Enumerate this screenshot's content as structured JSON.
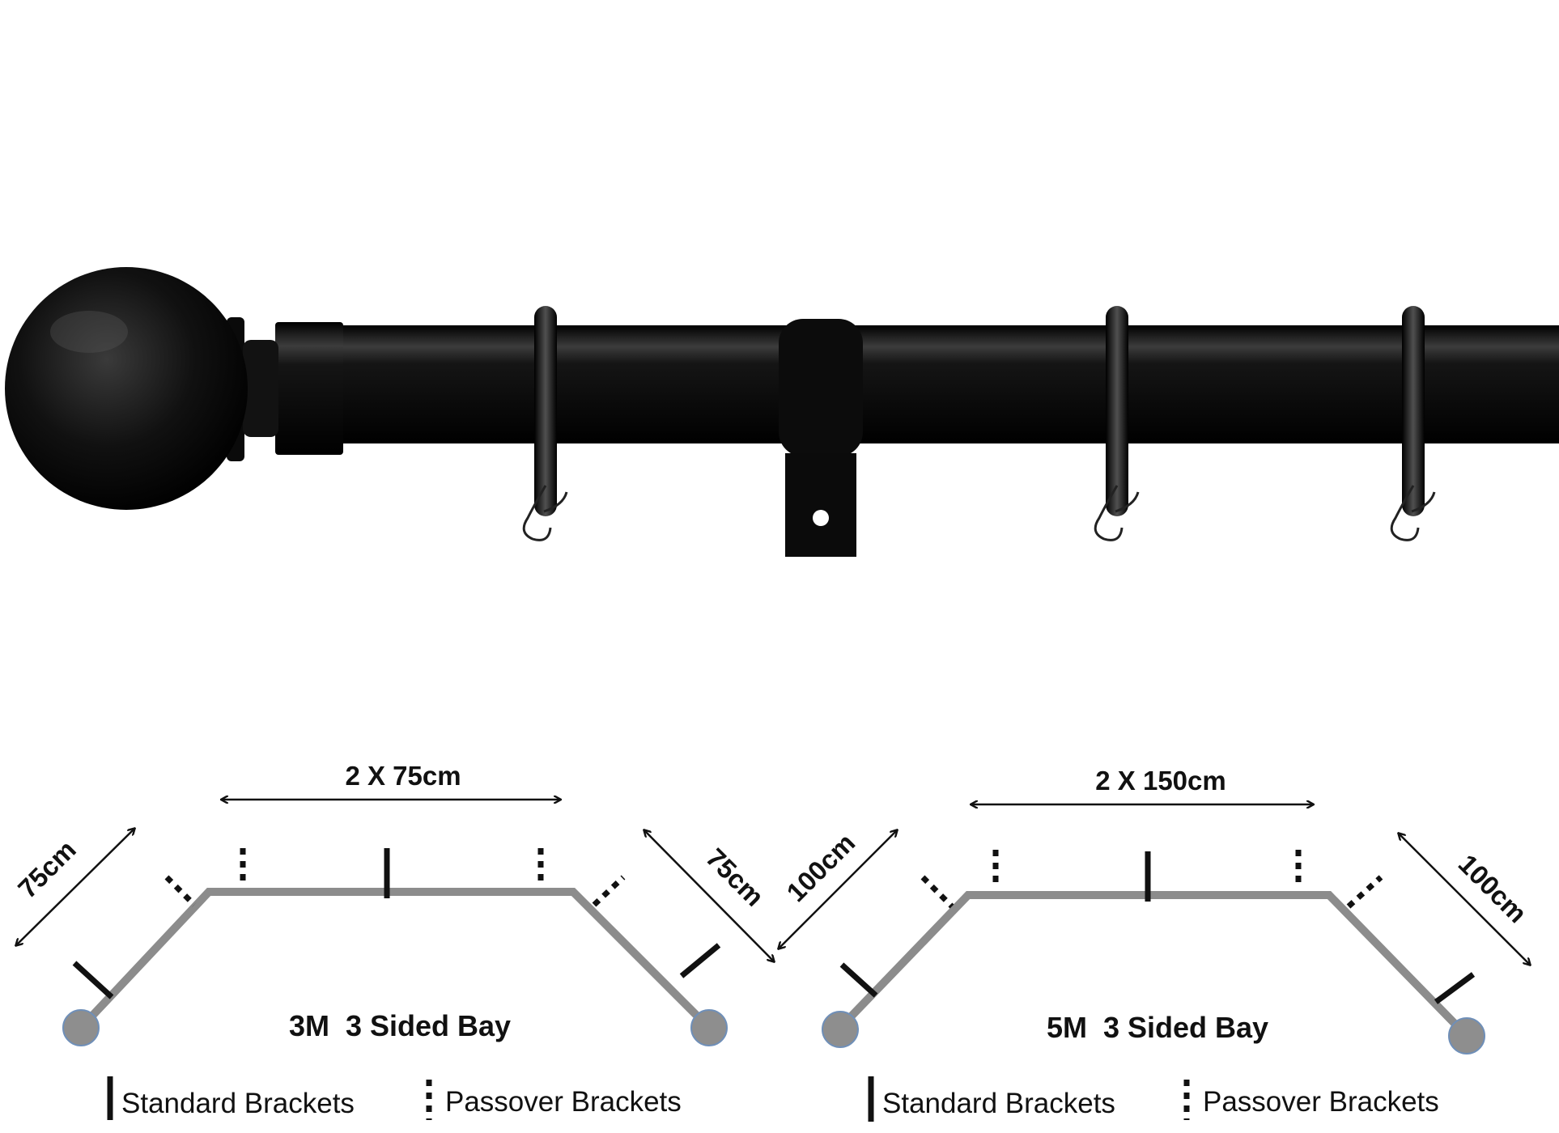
{
  "colors": {
    "rod": "#0b0b0b",
    "rod_highlight": "#4a4a4a",
    "bay_line": "#8c8c8c",
    "finial_dot": "#8e8e8e",
    "finial_dot_stroke": "#6f8fb8",
    "ink": "#111111"
  },
  "diagrams": [
    {
      "title": "3M  3 Sided Bay",
      "center_label": "2 X 75cm",
      "left_label": "75cm",
      "right_label": "75cm",
      "legend": {
        "standard_label": "Standard Brackets",
        "passover_label": "Passover Brackets"
      }
    },
    {
      "title": "5M  3 Sided Bay",
      "center_label": "2 X 150cm",
      "left_label": "100cm",
      "right_label": "100cm",
      "legend": {
        "standard_label": "Standard Brackets",
        "passover_label": "Passover Brackets"
      }
    }
  ]
}
